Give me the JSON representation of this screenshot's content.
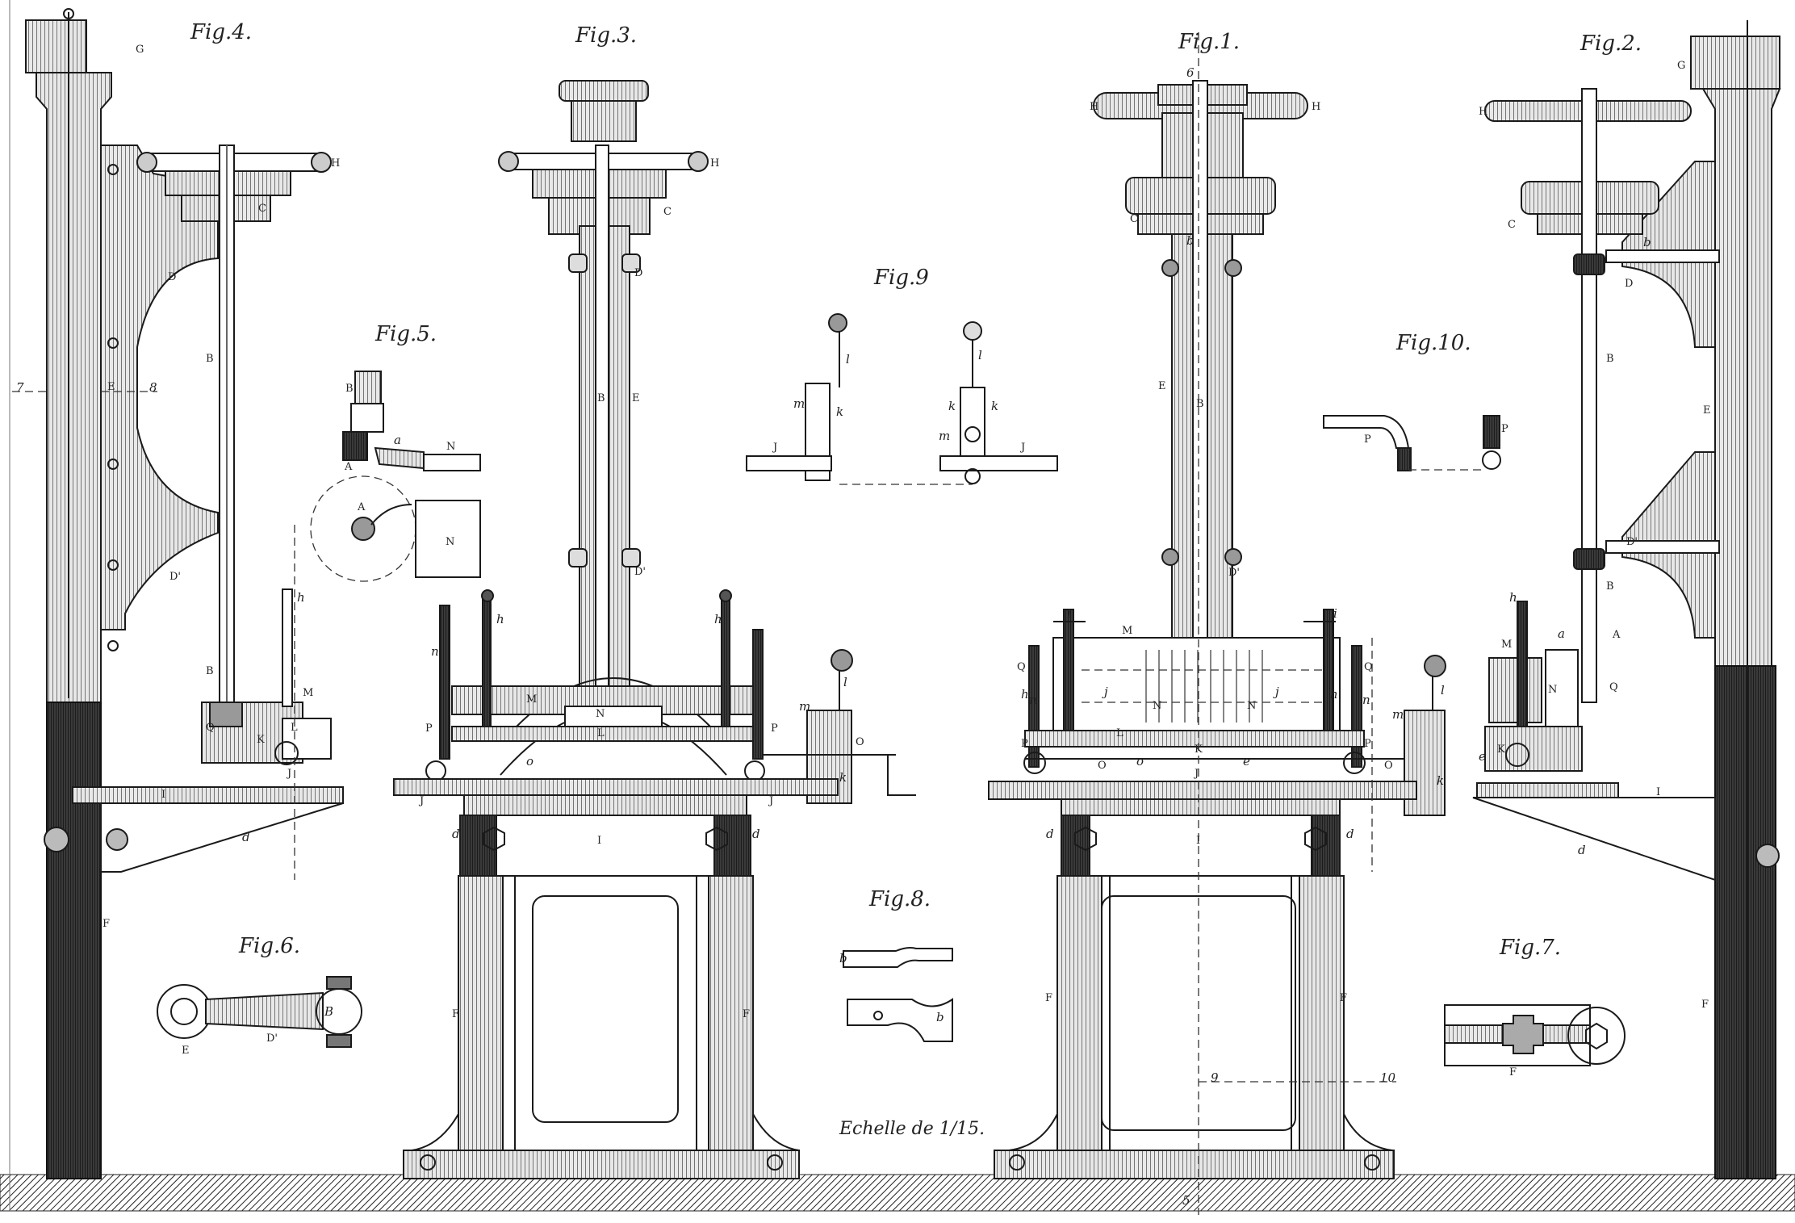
{
  "figures": {
    "fig4": "Fig.4.",
    "fig3": "Fig.3.",
    "fig1": "Fig.1.",
    "fig2": "Fig.2.",
    "fig9": "Fig.9",
    "fig5": "Fig.5.",
    "fig10": "Fig.10.",
    "fig6": "Fig.6.",
    "fig8": "Fig.8.",
    "fig7": "Fig.7."
  },
  "scale_note": "Echelle de 1/15.",
  "section_marks": {
    "m7": "7",
    "m8": "8",
    "m9": "9",
    "m10": "10",
    "m6": "6",
    "m5": "5"
  },
  "part_labels": {
    "A": "A",
    "B": "B",
    "C": "C",
    "D": "D",
    "D_prime": "D'",
    "E": "E",
    "F": "F",
    "G": "G",
    "H": "H",
    "I": "I",
    "J": "J",
    "K": "K",
    "L": "L",
    "M": "M",
    "N": "N",
    "O": "O",
    "P": "P",
    "Q": "Q",
    "a": "a",
    "b": "b",
    "c": "c",
    "d": "d",
    "e": "e",
    "h": "h",
    "i": "i",
    "j": "j",
    "k": "k",
    "l": "l",
    "m": "m",
    "n": "n",
    "o": "o"
  },
  "colors": {
    "ink": "#1a1a1a",
    "paper": "#ffffff",
    "shade": "#5a5a5a"
  }
}
